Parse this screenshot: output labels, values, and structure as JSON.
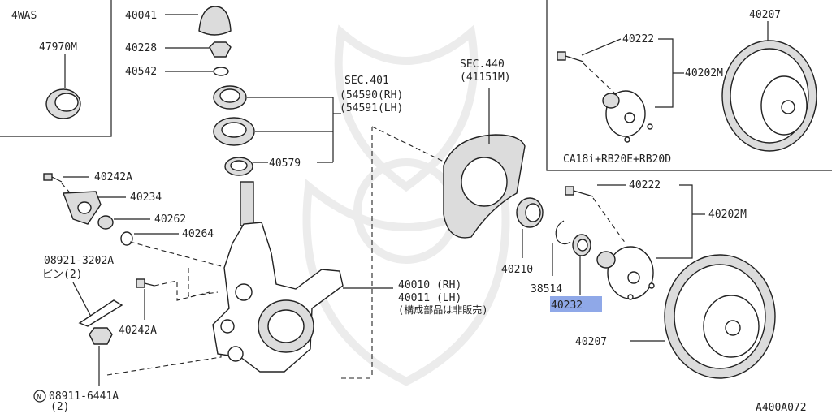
{
  "diagram_code": "A400A072",
  "inset_left": {
    "label": "4WAS",
    "part": "47970M"
  },
  "inset_right": {
    "parts": [
      "40222",
      "40202M",
      "40207"
    ],
    "caption": "CA18i+RB20E+RB20D"
  },
  "sec401": {
    "title": "SEC.401",
    "rh": "(54590(RH)",
    "lh": "(54591(LH)"
  },
  "sec440": {
    "title": "SEC.440",
    "sub": "(41151M)"
  },
  "parts": {
    "p40041": "40041",
    "p40228": "40228",
    "p40542": "40542",
    "p40579": "40579",
    "p40242A_top": "40242A",
    "p40234": "40234",
    "p40262": "40262",
    "p40264": "40264",
    "p08921": "08921-3202A",
    "p08921_sub": "ピン(2)",
    "p40242A_bottom": "40242A",
    "p08911": "08911-6441A",
    "p08911_sub": "(2)",
    "p08911_prefix": "N",
    "p40010": "40010 (RH)",
    "p40011": "40011 (LH)",
    "p40010_note": "(構成部品は非販売)",
    "p40210": "40210",
    "p38514": "38514",
    "p40232": "40232",
    "p40222": "40222",
    "p40202M": "40202M",
    "p40207": "40207"
  },
  "highlight_color": "#8fa8e8"
}
